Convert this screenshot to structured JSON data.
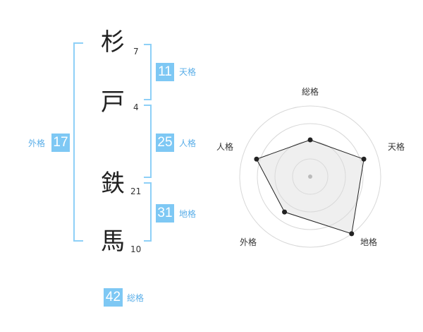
{
  "name": {
    "characters": [
      {
        "char": "杉",
        "strokes": "7"
      },
      {
        "char": "戸",
        "strokes": "4"
      },
      {
        "char": "鉄",
        "strokes": "21"
      },
      {
        "char": "馬",
        "strokes": "10"
      }
    ]
  },
  "fortune": {
    "tenkaku": {
      "value": "11",
      "label": "天格"
    },
    "jinkaku": {
      "value": "25",
      "label": "人格"
    },
    "chikaku": {
      "value": "31",
      "label": "地格"
    },
    "gaikaku": {
      "value": "17",
      "label": "外格"
    },
    "soukaku": {
      "value": "42",
      "label": "総格"
    }
  },
  "colors": {
    "accent": "#7ec8f4",
    "bracket": "#8ed0f7",
    "label": "#5aaee8"
  },
  "chart_data": {
    "type": "radar",
    "axes": [
      "総格",
      "天格",
      "地格",
      "外格",
      "人格"
    ],
    "values": [
      0.52,
      0.8,
      1.0,
      0.62,
      0.8
    ],
    "rings": 4,
    "grid": true
  }
}
